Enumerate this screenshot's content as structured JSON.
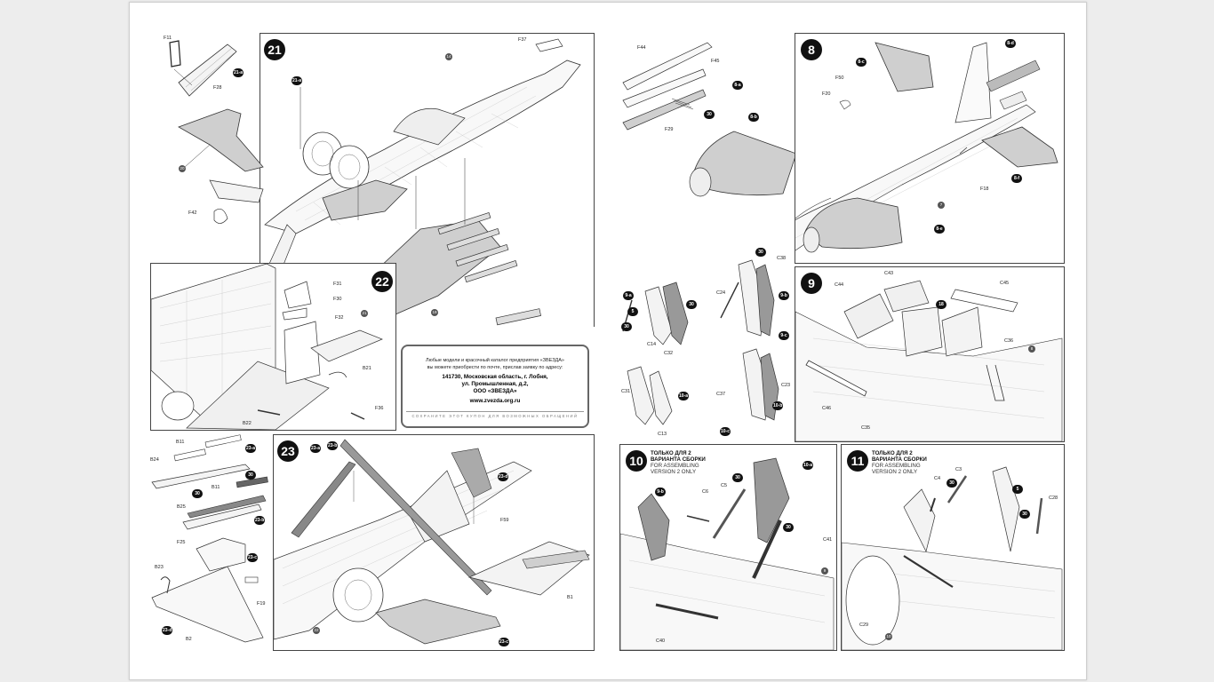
{
  "steps": {
    "s21": "21",
    "s22": "22",
    "s23": "23",
    "s8": "8",
    "s9": "9",
    "s10": "10",
    "s11": "11"
  },
  "coupon": {
    "line1": "Любые модели и красочный каталог предприятия «ЗВЕЗДА»",
    "line2": "вы можете приобрести по почте, прислав заявку по адресу:",
    "addr1": "141730, Московская область, г. Лобня,",
    "addr2": "ул. Промышленная, д.2,",
    "addr3": "ООО «ЗВЕЗДА»",
    "site": "www.zvezda.org.ru",
    "footer": "СОХРАНИТЕ ЭТОТ КУПОН ДЛЯ ВОЗМОЖНЫХ ОБРАЩЕНИЙ"
  },
  "notes": {
    "n10_ru1": "ТОЛЬКО ДЛЯ 2",
    "n10_ru2": "ВАРИАНТА СБОРКИ",
    "n10_en1": "FOR ASSEMBLING",
    "n10_en2": "VERSION 2 ONLY",
    "n11_ru1": "ТОЛЬКО ДЛЯ 2",
    "n11_ru2": "ВАРИАНТА СБОРКИ",
    "n11_en1": "FOR ASSEMBLING",
    "n11_en2": "VERSION 2 ONLY"
  },
  "labels": {
    "f11": "F11",
    "f28": "F28",
    "t21a": "21-a",
    "t21a2": "21-a",
    "d20": "20",
    "f42": "F42",
    "f37": "F37",
    "d14": "14",
    "d19": "19",
    "f31": "F31",
    "f30": "F30",
    "f32": "F32",
    "d21": "21",
    "b21": "B21",
    "b22": "B22",
    "f36": "F36",
    "b11a": "B11",
    "b24": "B24",
    "t23a": "23-a",
    "t30a": "30",
    "t30b": "30",
    "b11b": "B11",
    "b25": "B25",
    "t23b": "23-b",
    "f25": "F25",
    "t23c": "23-c",
    "b23": "B23",
    "f19": "F19",
    "t23d": "23-d",
    "b2": "B2",
    "t23a2": "23-a",
    "t23b2": "23-b",
    "t23d2": "23-d",
    "f59": "F59",
    "b1": "B1",
    "d22": "22",
    "t23c2": "23-c",
    "f44": "F44",
    "f45": "F45",
    "t8a": "8-a",
    "t30c": "30",
    "f29": "F29",
    "t8b": "8-b",
    "t8c": "8-c",
    "t8d": "8-d",
    "f50": "F50",
    "f20": "F20",
    "t8e": "8-e",
    "d7": "7",
    "f18": "F18",
    "t8f": "8-f",
    "t9a": "9-a",
    "t5a": "5",
    "t30d": "30",
    "t30e": "30",
    "c14": "C14",
    "c32": "C32",
    "c31": "C31",
    "c13": "C13",
    "t10a": "10-a",
    "t30f": "30",
    "c38": "C38",
    "c24": "C24",
    "t9b": "9-b",
    "t9c": "9-c",
    "c37": "C37",
    "c23": "C23",
    "t10b": "10-b",
    "t10c": "10-c",
    "c44": "C44",
    "c43": "C43",
    "t18": "18",
    "c45": "C45",
    "c36": "C36",
    "d8": "8",
    "c46": "C46",
    "c35": "C35",
    "t9b2": "9-b",
    "c6": "C6",
    "c5": "C5",
    "t30g": "30",
    "t10a2": "10-a",
    "t30h": "30",
    "c41": "C41",
    "d9": "9",
    "c40": "C40",
    "c4": "C4",
    "t30i": "30",
    "c3": "C3",
    "t5b": "5",
    "t30j": "30",
    "c28": "C28",
    "c29": "C29",
    "d10": "10"
  }
}
